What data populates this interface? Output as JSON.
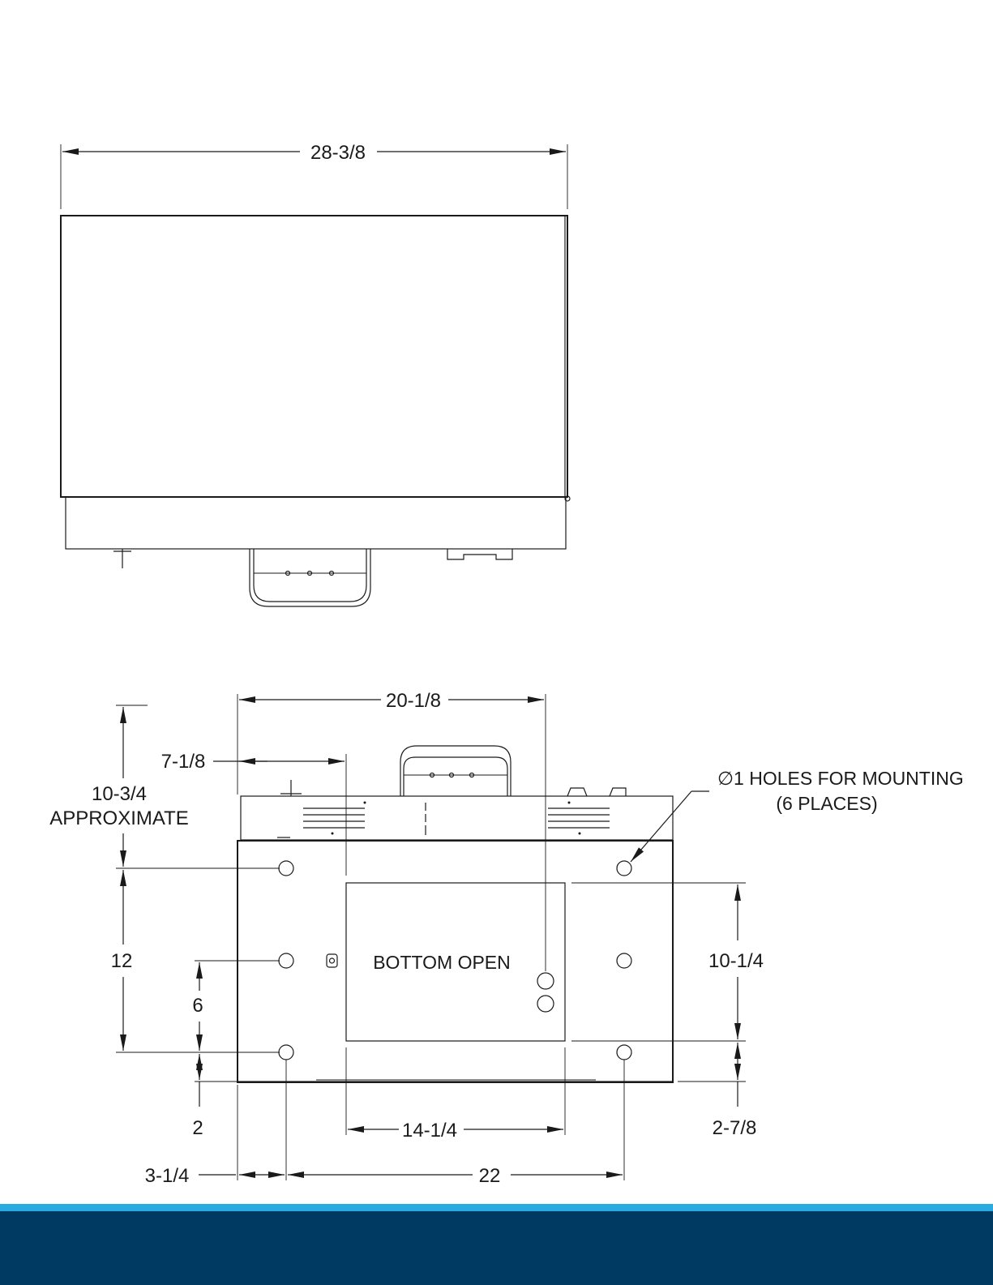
{
  "drawing": {
    "top_view": {
      "overall_width": "28-3/8"
    },
    "bottom_view": {
      "width_label": "20-1/8",
      "offset_label": "7-1/8",
      "height_label_line1": "10-3/4",
      "height_label_line2": "APPROXIMATE",
      "vertical_12": "12",
      "vertical_6": "6",
      "vertical_2": "2",
      "left_offset": "3-1/4",
      "hole_span": "22",
      "opening_width": "14-1/4",
      "opening_height": "10-1/4",
      "right_bottom_offset": "2-7/8",
      "opening_label": "BOTTOM OPEN",
      "hole_note_line1": "∅1 HOLES FOR MOUNTING",
      "hole_note_line2": "(6 PLACES)"
    }
  },
  "footer": {
    "stripe_color": "#29abe2",
    "band_color": "#003a63"
  }
}
